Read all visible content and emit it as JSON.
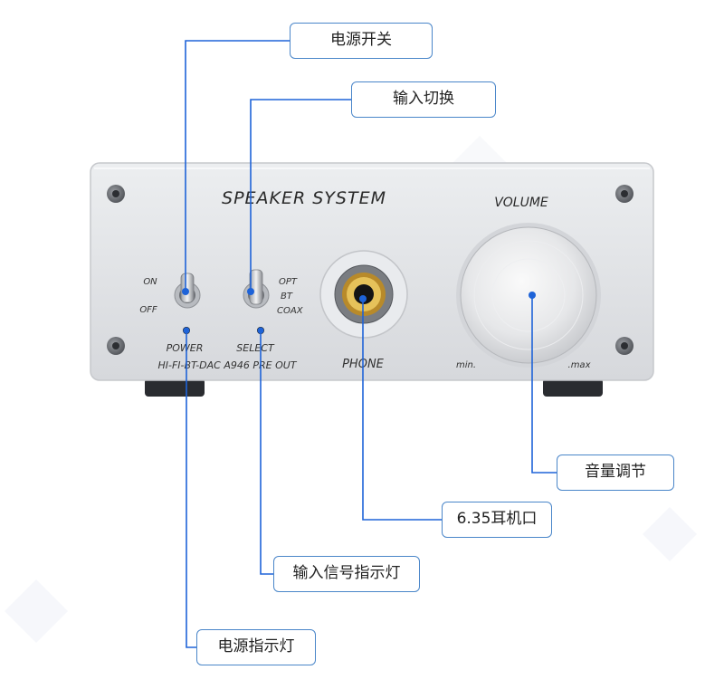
{
  "device": {
    "brand_text": "SPEAKER SYSTEM",
    "volume_text": "VOLUME",
    "on_text": "ON",
    "off_text": "OFF",
    "opt_text": "OPT",
    "bt_text": "BT",
    "coax_text": "COAX",
    "power_text": "POWER",
    "select_text": "SELECT",
    "model_text": "HI-FI-BT-DAC A946 PRE OUT",
    "phone_text": "PHONE",
    "min_text": "min.",
    "max_text": ".max"
  },
  "labels": {
    "power_switch": "电源开关",
    "input_switch": "输入切换",
    "volume_adjust": "音量调节",
    "headphone_jack": "6.35耳机口",
    "input_signal_indicator": "输入信号指示灯",
    "power_indicator": "电源指示灯"
  },
  "colors": {
    "accent": "#1e63d8",
    "box_border": "#4a86c9",
    "panel": "#e4e6e9"
  }
}
